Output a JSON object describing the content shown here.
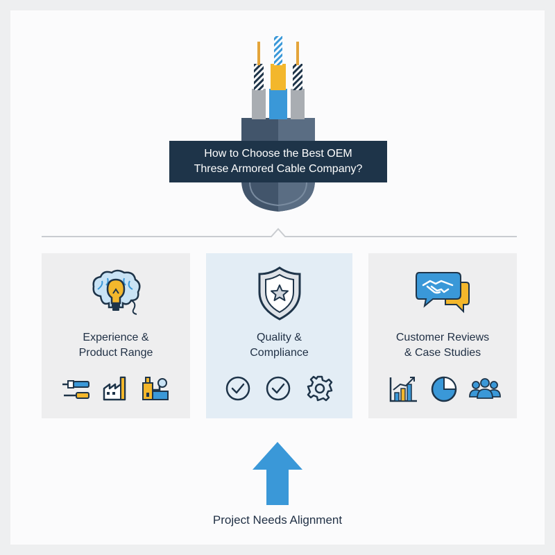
{
  "title": {
    "line1": "How to Choose the Best OEM",
    "line2": "Threse Armored Cable Company?"
  },
  "cards": [
    {
      "line1": "Experience &",
      "line2": "Product Range"
    },
    {
      "line1": "Quality &",
      "line2": "Compliance"
    },
    {
      "line1": "Customer Reviews",
      "line2": "& Case Studies"
    }
  ],
  "footer": {
    "label": "Project Needs Alignment"
  },
  "colors": {
    "navy": "#1e3449",
    "accent_blue": "#3a98d8",
    "accent_yellow": "#f3b72c",
    "panel_gray": "#eeeeef",
    "panel_blue": "#e3edf5"
  },
  "icons": [
    "cable-icon",
    "lightbulb-brain-icon",
    "shield-star-icon",
    "handshake-chat-icon",
    "soldering-iron-icon",
    "factory-icon",
    "industrial-plant-icon",
    "check-circle-icon",
    "gear-icon",
    "bar-chart-icon",
    "pie-chart-icon",
    "users-icon",
    "up-arrow-icon"
  ]
}
